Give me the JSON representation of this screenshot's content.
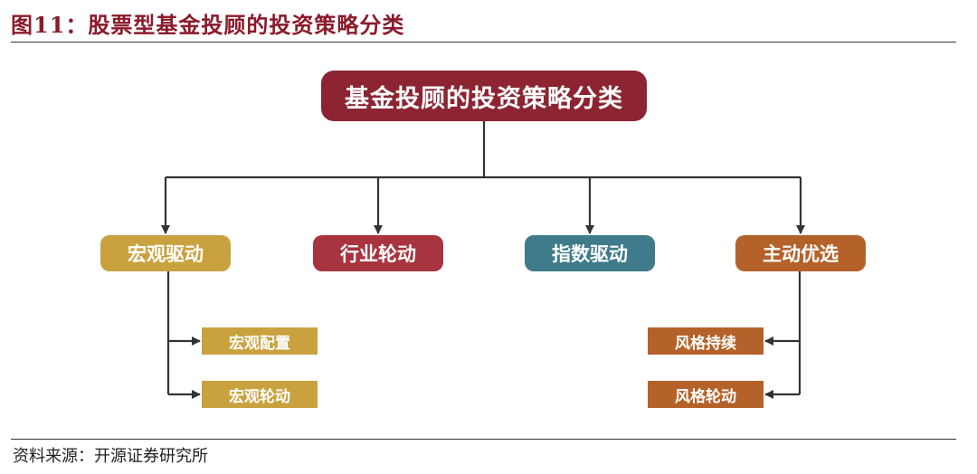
{
  "figure_title": "图11：股票型基金投顾的投资策略分类",
  "source": "资料来源：开源证券研究所",
  "root": {
    "label": "基金投顾的投资策略分类",
    "color": "#8c2432"
  },
  "categories": [
    {
      "label": "宏观驱动",
      "color": "#c9a23f"
    },
    {
      "label": "行业轮动",
      "color": "#a8343f"
    },
    {
      "label": "指数驱动",
      "color": "#3f7b8a"
    },
    {
      "label": "主动优选",
      "color": "#b5622a"
    }
  ],
  "macro_children": [
    {
      "label": "宏观配置",
      "color": "#c9a23f"
    },
    {
      "label": "宏观轮动",
      "color": "#c9a23f"
    }
  ],
  "active_children": [
    {
      "label": "风格持续",
      "color": "#b5622a"
    },
    {
      "label": "风格轮动",
      "color": "#b5622a"
    }
  ]
}
